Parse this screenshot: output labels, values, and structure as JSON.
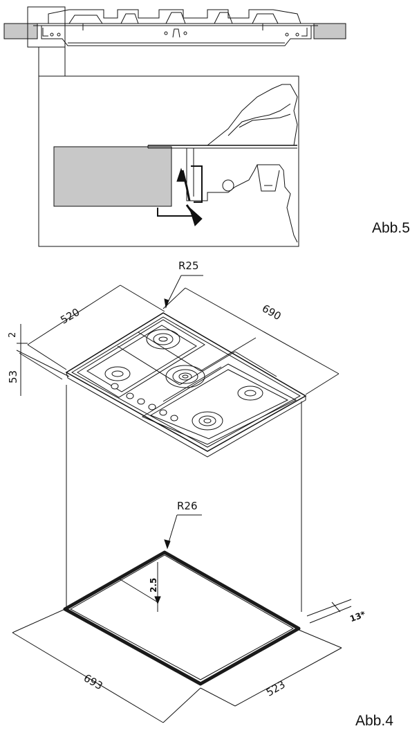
{
  "figures": {
    "installation_detail": {
      "caption": "Abb.5"
    },
    "dimensions": {
      "caption": "Abb.4"
    }
  },
  "hob_dimensions": {
    "radius": "R25",
    "depth": "520",
    "width": "690",
    "glass_thickness": "2",
    "height": "53"
  },
  "cutout_dimensions": {
    "radius": "R26",
    "edge_offset": "2.5",
    "width": "693",
    "depth": "523",
    "min_distance": "13*"
  },
  "colors": {
    "line": "#111111",
    "counter_fill": "#c8c8c8",
    "gasket": "#1a1a1a"
  }
}
